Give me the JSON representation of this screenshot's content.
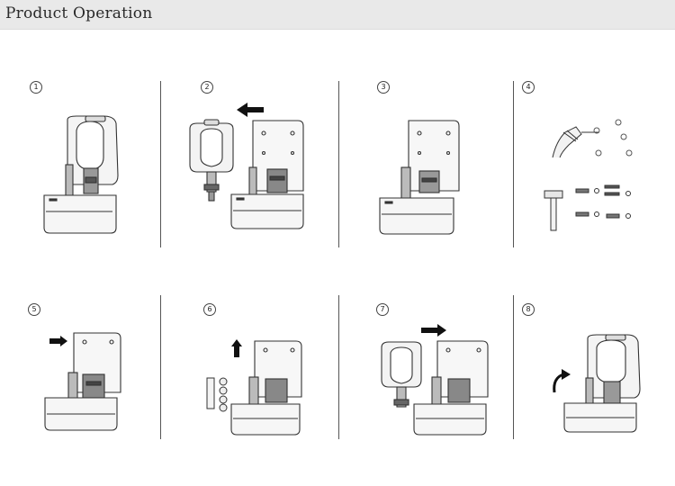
{
  "header": {
    "title": "Product Operation"
  },
  "steps": [
    {
      "number": "1"
    },
    {
      "number": "2"
    },
    {
      "number": "3"
    },
    {
      "number": "4"
    },
    {
      "number": "5"
    },
    {
      "number": "6"
    },
    {
      "number": "7"
    },
    {
      "number": "8"
    }
  ],
  "colors": {
    "header_bg": "#e9e9e9",
    "line": "#333333",
    "arrow": "#111111"
  },
  "icons": [
    "dispenser-icon",
    "arrow-left-icon",
    "arrow-right-icon",
    "arrow-up-icon",
    "drill-icon",
    "screw-icon",
    "wall-plug-icon",
    "hammer-icon",
    "curved-arrow-icon"
  ]
}
